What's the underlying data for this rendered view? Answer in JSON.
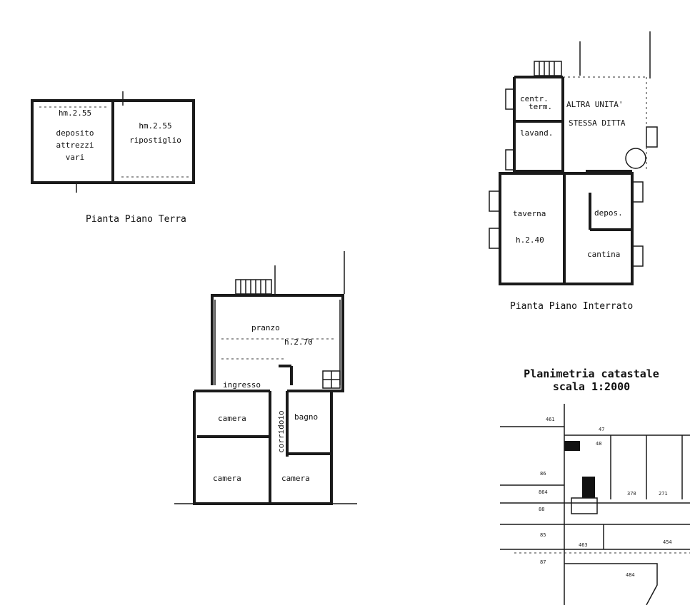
{
  "ground_floor": {
    "caption": "Pianta Piano Terra",
    "rooms": {
      "deposito_height": "hm.2.55",
      "deposito_l1": "deposito",
      "deposito_l2": "attrezzi",
      "deposito_l3": "vari",
      "ripostiglio_height": "hm.2.55",
      "ripostiglio": "ripostiglio"
    }
  },
  "main_floor": {
    "rooms": {
      "pranzo": "pranzo",
      "pranzo_height": "h.2.70",
      "ingresso": "ingresso",
      "camera_1": "camera",
      "corridoio": "corridoio",
      "bagno": "bagno",
      "camera_2": "camera",
      "camera_3": "camera"
    }
  },
  "basement": {
    "caption": "Pianta Piano Interrato",
    "rooms": {
      "centr_l1": "centr.",
      "centr_l2": "term.",
      "lavand": "lavand.",
      "altra_l1": "ALTRA UNITA'",
      "altra_l2": "STESSA DITTA",
      "taverna": "taverna",
      "taverna_height": "h.2.40",
      "depos": "depos.",
      "cantina": "cantina"
    }
  },
  "cadastral": {
    "title_l1": "Planimetria catastale",
    "title_l2": "scala 1:2000",
    "parcels": [
      "461",
      "47",
      "48",
      "86",
      "864",
      "88",
      "85",
      "87",
      "370",
      "271",
      "454",
      "484",
      "463"
    ]
  }
}
